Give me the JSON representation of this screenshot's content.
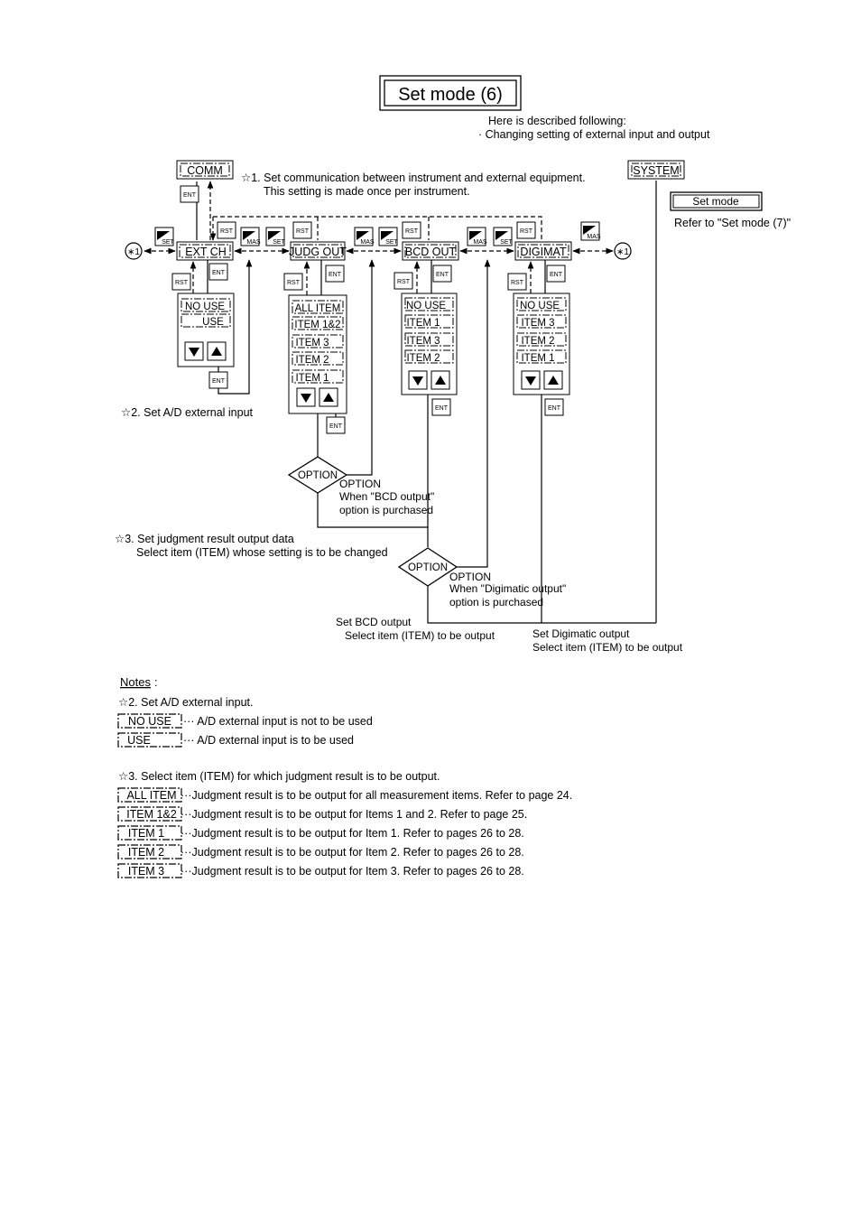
{
  "title": "Set mode (6)",
  "intro": {
    "line1": "Here is described following:",
    "line2": "· Changing setting of external input and output"
  },
  "modes": {
    "comm": "COMM",
    "system": "SYSTEM",
    "ext_ch": "EXT CH",
    "judg_out": "JUDG OUT",
    "bcd_out": "BCD OUT",
    "digimat": "DIGIMAT"
  },
  "set_mode_box": "Set mode",
  "refer_next": "Refer to \"Set mode (7)\"",
  "keys": {
    "ent": "ENT",
    "rst": "RST",
    "set": "SET",
    "mas": "MAS"
  },
  "loop_marker": "∗1",
  "ext_ch_options": [
    "NO USE",
    "USE"
  ],
  "judg_out_options": [
    "ALL ITEM",
    "ITEM 1&2",
    "ITEM 3",
    "ITEM 2",
    "ITEM 1"
  ],
  "bcd_out_options": [
    "NO USE",
    "ITEM 1",
    "ITEM 3",
    "ITEM 2"
  ],
  "digimat_options": [
    "NO USE",
    "ITEM 3",
    "ITEM 2",
    "ITEM 1"
  ],
  "option_label": "OPTION",
  "annotations": {
    "note1_line1": "☆1. Set communication between instrument and external equipment.",
    "note1_line2": "This setting is made once per instrument.",
    "note2": "☆2. Set A/D external input",
    "note3_line1": "☆3. Set judgment result output data",
    "note3_line2": "Select item (ITEM) whose setting is to be changed",
    "bcd_option_line1": "OPTION",
    "bcd_option_line2": "When \"BCD output\"",
    "bcd_option_line3": "option is purchased",
    "dig_option_line1": "OPTION",
    "dig_option_line2": "When \"Digimatic output\"",
    "dig_option_line3": "option is purchased",
    "set_bcd_line1": "Set BCD output",
    "set_bcd_line2": "Select item (ITEM) to be output",
    "set_dig_line1": "Set Digimatic output",
    "set_dig_line2": "Select item (ITEM) to be output"
  },
  "notes": {
    "heading": "Notes",
    "ad_title": "☆2. Set A/D external input.",
    "ad_items": [
      {
        "label": "NO USE",
        "text": "··· A/D external input is not to be used"
      },
      {
        "label": "USE",
        "text": "··· A/D external input is to be used"
      }
    ],
    "judg_title": "☆3. Select item (ITEM) for which judgment result is to be output.",
    "judg_items": [
      {
        "label": "ALL ITEM",
        "text": "···Judgment result is to be output for all measurement items.  Refer to page 24."
      },
      {
        "label": "ITEM 1&2",
        "text": "···Judgment result is to be output for Items 1 and 2.  Refer to page 25."
      },
      {
        "label": "ITEM 1",
        "text": "···Judgment result is to be output for Item 1.  Refer to pages 26 to 28."
      },
      {
        "label": "ITEM 2",
        "text": "···Judgment result is to be output for Item 2.  Refer to pages 26 to 28."
      },
      {
        "label": "ITEM 3",
        "text": "···Judgment result is to be output for Item 3.  Refer to pages 26 to 28."
      }
    ]
  }
}
